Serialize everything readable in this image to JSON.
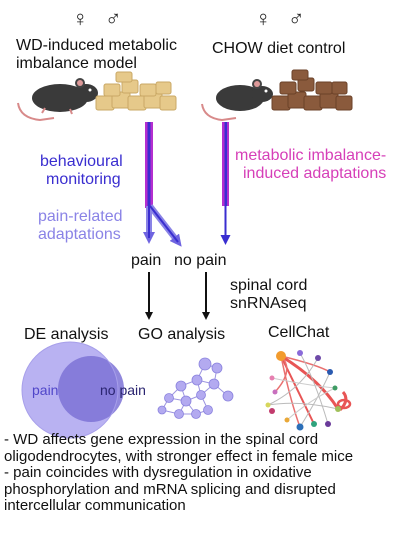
{
  "symbols": {
    "female": "♀",
    "male": "♂"
  },
  "models": [
    {
      "line1": "WD-induced metabolic",
      "line2": "imbalance model"
    },
    {
      "line1": "CHOW diet control",
      "line2": ""
    }
  ],
  "labels": {
    "behaviour_1": "behavioural",
    "behaviour_2": "monitoring",
    "pain_adapt_1": "pain-related",
    "pain_adapt_2": "adaptations",
    "metabolic_1": "metabolic imbalance-",
    "metabolic_2": "induced adaptations",
    "pain": "pain",
    "no_pain": "no pain",
    "method_1": "spinal cord",
    "method_2": "snRNAseq"
  },
  "analyses": {
    "de": "DE analysis",
    "go": "GO analysis",
    "cellchat": "CellChat",
    "venn_pain": "pain",
    "venn_no_pain": "no pain"
  },
  "conclusions": [
    "- WD affects gene expression in the spinal cord oligodendrocytes, with stronger effect in female mice",
    "- pain coincides with dysregulation in oxidative phosphorylation and mRNA splicing and disrupted intercellular communication"
  ],
  "colors": {
    "wd_stripe": "#b42fcf",
    "blue": "#3a2ed0",
    "light_blue": "#8a83e6",
    "magenta": "#d63fb8",
    "venn_left": "#b9b2f2",
    "venn_right": "#7d72d6",
    "node": "#b3aaf0"
  }
}
